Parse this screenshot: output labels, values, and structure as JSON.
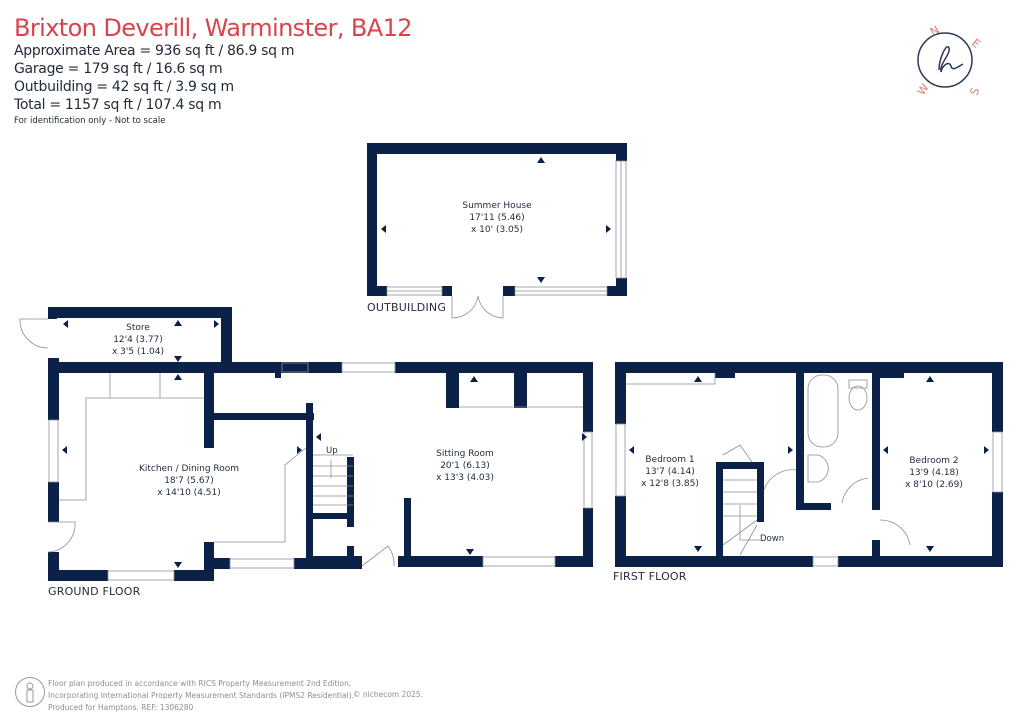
{
  "header": {
    "title": "Brixton Deverill, Warminster, BA12",
    "stats": [
      "Approximate Area = 936 sq ft / 86.9 sq m",
      "Garage = 179 sq ft / 16.6 sq m",
      "Outbuilding = 42 sq ft / 3.9 sq m",
      "Total = 1157 sq ft / 107.4 sq m"
    ],
    "note": "For identification only - Not to scale"
  },
  "compass": {
    "n": "N",
    "e": "E",
    "s": "S",
    "w": "W",
    "logo": "h",
    "accent": "#e07a78",
    "ring": "#2b3a55"
  },
  "colors": {
    "wall": "#0b2148",
    "title": "#d9444c",
    "text": "#1f2a3c"
  },
  "outbuilding": {
    "label": "OUTBUILDING",
    "room": {
      "name": "Summer House",
      "dim1": "17'11 (5.46)",
      "dim2": "x 10' (3.05)"
    }
  },
  "ground_floor": {
    "label": "GROUND FLOOR",
    "rooms": [
      {
        "name": "Store",
        "dim1": "12'4 (3.77)",
        "dim2": "x 3'5 (1.04)"
      },
      {
        "name": "Kitchen / Dining Room",
        "dim1": "18'7 (5.67)",
        "dim2": "x 14'10 (4.51)"
      },
      {
        "name": "Sitting Room",
        "dim1": "20'1 (6.13)",
        "dim2": "x 13'3 (4.03)"
      }
    ],
    "stairs_label": "Up"
  },
  "first_floor": {
    "label": "FIRST FLOOR",
    "rooms": [
      {
        "name": "Bedroom 1",
        "dim1": "13'7 (4.14)",
        "dim2": "x 12'8 (3.85)"
      },
      {
        "name": "Bedroom 2",
        "dim1": "13'9 (4.18)",
        "dim2": "x 8'10 (2.69)"
      }
    ],
    "stairs_label": "Down"
  },
  "footer": {
    "line1": "Floor plan produced in accordance with RICS Property Measurement 2nd Edition,",
    "line2": "Incorporating International Property Measurement Standards (IPMS2 Residential).",
    "line3": "Produced for Hamptons.   REF:  1306280",
    "copyright": "© nichecom 2025."
  }
}
